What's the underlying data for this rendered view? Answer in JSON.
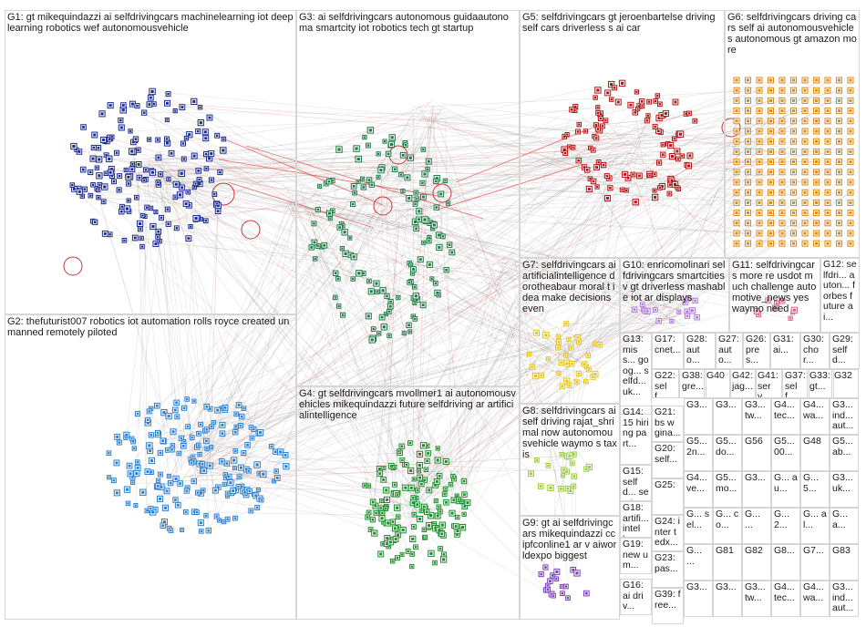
{
  "title": "",
  "groups": [
    {
      "id": "G1",
      "label": "G1: gt mikequindazzi ai selfdrivingcars machinelearning iot deeplearning robotics wef autonomousvehicle",
      "color": "#1c2b8a"
    },
    {
      "id": "G2",
      "label": "G2: thefuturist007 robotics iot automation rolls royce created unmanned remotely piloted",
      "color": "#2a7fd0"
    },
    {
      "id": "G3",
      "label": "G3: ai selfdrivingcars autonomous guidaautonoma smartcity iot robotics tech gt startup",
      "color": "#1e7a45"
    },
    {
      "id": "G4",
      "label": "G4: gt selfdrivingcars mvollmer1 ai autonomousvehicles mikequindazzi future selfdriving ar artificialintelligence",
      "color": "#1f8b2a"
    },
    {
      "id": "G5",
      "label": "G5: selfdrivingcars gt jeroenbartelse driving self cars driverless s ai car",
      "color": "#b01515"
    },
    {
      "id": "G6",
      "label": "G6: selfdrivingcars driving cars self ai autonomousvehicles autonomous gt amazon more",
      "color": "#d98a1a"
    },
    {
      "id": "G7",
      "label": "G7: selfdrivingcars ai artificialintelligence dorotheabaur moral t idea make decisions even",
      "color": "#e6c21a"
    },
    {
      "id": "G8",
      "label": "G8: selfdrivingcars ai self driving rajat_shrimal now autonomousvehicle waymo s taxis",
      "color": "#9acb3a"
    },
    {
      "id": "G9",
      "label": "G9: gt ai selfdrivingcars mikequindazzi cc ipfconline1 ar v aiworldexpo biggest",
      "color": "#7a3fb8"
    },
    {
      "id": "G10",
      "label": "G10: enricomolinari selfdrivingcars smartcities v gt driverless mashable iot ar displays",
      "color": "#b07ad8"
    },
    {
      "id": "G11",
      "label": "G11: selfdrivingcars more re usdot much challenge automotive_news yes waymo need",
      "color": "#e05a8a"
    },
    {
      "id": "G12",
      "label": "G12: selfdri... auton... forbes future ai...",
      "color": "#2aa0a0"
    },
    {
      "id": "G13",
      "label": "G13: miss... goog... selfd... uk...",
      "color": "#8a5a2a"
    },
    {
      "id": "G17",
      "label": "G17: cnet...",
      "color": "#3a8ad0"
    },
    {
      "id": "G28",
      "label": "G28: auto...",
      "color": "#5aa03a"
    },
    {
      "id": "G27",
      "label": "G27: auto...",
      "color": "#a04a4a"
    },
    {
      "id": "G26",
      "label": "G26: pres...",
      "color": "#4a4aa0"
    },
    {
      "id": "G31",
      "label": "G31: ai...",
      "color": "#d07a3a"
    },
    {
      "id": "G30",
      "label": "G30: chor...",
      "color": "#3aa07a"
    },
    {
      "id": "G29",
      "label": "G29: selfd...",
      "color": "#a03a8a"
    },
    {
      "id": "G22",
      "label": "G22: self...",
      "color": "#6a8a2a"
    },
    {
      "id": "G38",
      "label": "G38: gre...",
      "color": "#2a6a8a"
    },
    {
      "id": "G40",
      "label": "G40",
      "color": "#8a2a6a"
    },
    {
      "id": "G42",
      "label": "G42: jag...",
      "color": "#5a5a5a"
    },
    {
      "id": "G41",
      "label": "G41: serv...",
      "color": "#3a5aa0"
    },
    {
      "id": "G37",
      "label": "G37: self...",
      "color": "#a05a3a"
    },
    {
      "id": "G33",
      "label": "G33: gt...",
      "color": "#3aa05a"
    },
    {
      "id": "G32",
      "label": "G32",
      "color": "#7a3aa0"
    },
    {
      "id": "G14",
      "label": "G14: 15 hiring part...",
      "color": "#c08a2a"
    },
    {
      "id": "G21",
      "label": "G21: bs w gina...",
      "color": "#2a8ac0"
    },
    {
      "id": "G20",
      "label": "G20: self...",
      "color": "#8ac02a"
    },
    {
      "id": "G15",
      "label": "G15: selfd... semi...",
      "color": "#c02a8a"
    },
    {
      "id": "G25",
      "label": "G25:",
      "color": "#2ac08a"
    },
    {
      "id": "G18",
      "label": "G18: artifi... intell...",
      "color": "#8a2ac0"
    },
    {
      "id": "G24",
      "label": "G24: inter tedx...",
      "color": "#c0c02a"
    },
    {
      "id": "G19",
      "label": "G19: new u m...",
      "color": "#2a2ac0"
    },
    {
      "id": "G23",
      "label": "G23: pas...",
      "color": "#c02a2a"
    },
    {
      "id": "G16",
      "label": "G16: ai driv...",
      "color": "#2ac02a"
    },
    {
      "id": "G39",
      "label": "G39: free...",
      "color": "#6a6a2a"
    }
  ],
  "mini_labels": [
    "G3...",
    "G3...",
    "G3... tw...",
    "G4... tec...",
    "G4... wa...",
    "G3... ind... aut...",
    "G5... 2n...",
    "G5... do...",
    "G56",
    "G5... 00...",
    "G48",
    "G5... ab...",
    "G4... ve...",
    "G5... mo...",
    "G3...",
    "G... au...",
    "G... 5...",
    "G3... uk...",
    "G... sel...",
    "G... co...",
    "G... ...",
    "G... 2...",
    "G... al...",
    "G... a...",
    "G... ...",
    "G81",
    "G82",
    "G8...",
    "G7...",
    "G83"
  ]
}
